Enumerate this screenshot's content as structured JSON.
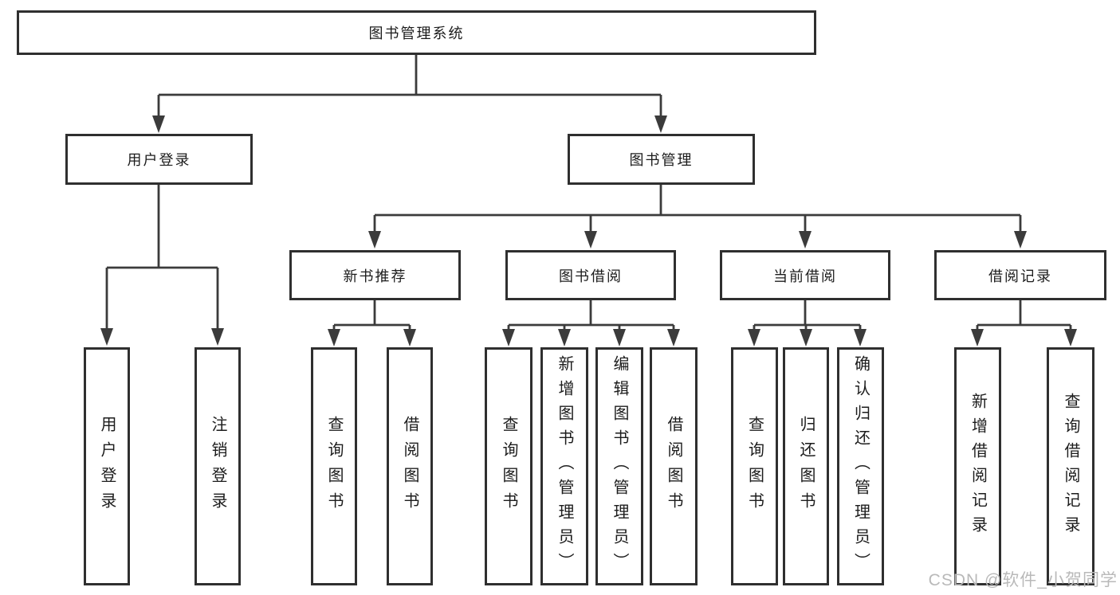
{
  "diagram": {
    "root": {
      "label": "图书管理系统"
    },
    "branches": [
      {
        "label": "用户登录",
        "children": [
          {
            "label": "用户登录"
          },
          {
            "label": "注销登录"
          }
        ]
      },
      {
        "label": "图书管理",
        "children": [
          {
            "label": "新书推荐",
            "children": [
              {
                "label": "查询图书"
              },
              {
                "label": "借阅图书"
              }
            ]
          },
          {
            "label": "图书借阅",
            "children": [
              {
                "label": "查询图书"
              },
              {
                "label": "新增图书（管理员）"
              },
              {
                "label": "编辑图书（管理员）"
              },
              {
                "label": "借阅图书"
              }
            ]
          },
          {
            "label": "当前借阅",
            "children": [
              {
                "label": "查询图书"
              },
              {
                "label": "归还图书"
              },
              {
                "label": "确认归还（管理员）"
              }
            ]
          },
          {
            "label": "借阅记录",
            "children": [
              {
                "label": "新增借阅记录"
              },
              {
                "label": "查询借阅记录"
              }
            ]
          }
        ]
      }
    ]
  },
  "watermark": {
    "text": "CSDN @软件_小贺同学"
  },
  "colors": {
    "line": "#3b3b3b",
    "box_border": "#2f2f2f",
    "text": "#1c1c1c",
    "watermark": "#b9b9b9",
    "background": "#ffffff"
  }
}
